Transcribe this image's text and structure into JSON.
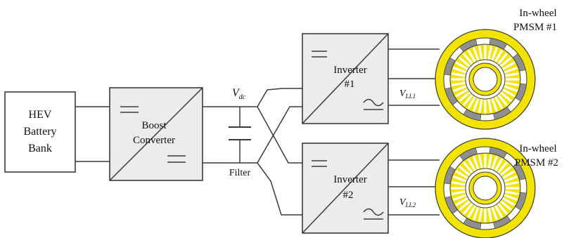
{
  "battery": {
    "line1": "HEV",
    "line2": "Battery",
    "line3": "Bank"
  },
  "boost_converter": {
    "line1": "Boost",
    "line2": "Converter"
  },
  "dc_link": {
    "vdc_main": "V",
    "vdc_sub": "dc",
    "filter_label": "Filter"
  },
  "inverters": [
    {
      "line1": "Inverter",
      "line2": "#1"
    },
    {
      "line1": "Inverter",
      "line2": "#2"
    }
  ],
  "voltages": [
    {
      "main": "V",
      "sub": "LL1"
    },
    {
      "main": "V",
      "sub": "LL2"
    }
  ],
  "motors": [
    {
      "line1": "In-wheel",
      "line2": "PMSM #1"
    },
    {
      "line1": "In-wheel",
      "line2": "PMSM #2"
    }
  ],
  "colors": {
    "stroke": "#3a3a3a",
    "block_fill": "#ececec",
    "motor_ring": "#f2e400",
    "motor_gray": "#8f8f8f",
    "text": "#111111"
  }
}
